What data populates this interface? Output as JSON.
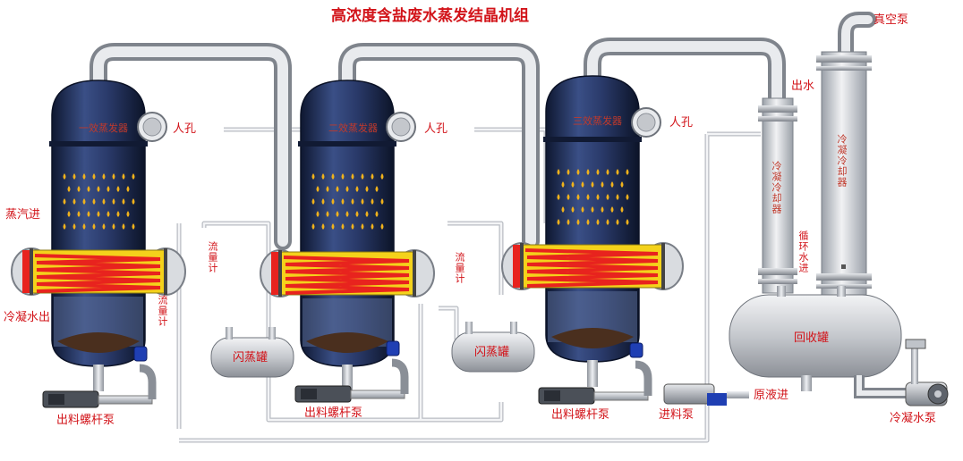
{
  "title": "高浓度含盐废水蒸发结晶机组",
  "effects": [
    {
      "name_label": "一效蒸发器",
      "manhole_label": "人孔"
    },
    {
      "name_label": "二效蒸发器",
      "manhole_label": "人孔"
    },
    {
      "name_label": "三效蒸发器",
      "manhole_label": "人孔"
    }
  ],
  "labels": {
    "steam_inlet": "蒸汽进",
    "condensate_out": "冷凝水出",
    "flowmeter_1": "流量计",
    "flowmeter_2": "流量计",
    "flowmeter_3": "流量计",
    "flash_tank_1": "闪蒸罐",
    "flash_tank_2": "闪蒸罐",
    "discharge_pump_1": "出料螺杆泵",
    "discharge_pump_2": "出料螺杆泵",
    "discharge_pump_3": "出料螺杆泵",
    "feed_pump": "进料泵",
    "raw_liquid_in": "原液进",
    "recovery_tank": "回收罐",
    "condensate_pump": "冷凝水泵",
    "vacuum_pump": "真空泵",
    "water_out": "出水",
    "circulating_water_in": "循环水进",
    "condenser": "冷凝冷却器",
    "condenser_crystallizer": "冷凝冷却器"
  },
  "colors": {
    "label_red": "#d2141a",
    "vessel_dark": "#1f2f55",
    "pipe_grey": "#c9ccd1",
    "heater_yellow": "#f4d21b",
    "heater_red": "#e8231e",
    "droplet": "#f0b21c"
  }
}
